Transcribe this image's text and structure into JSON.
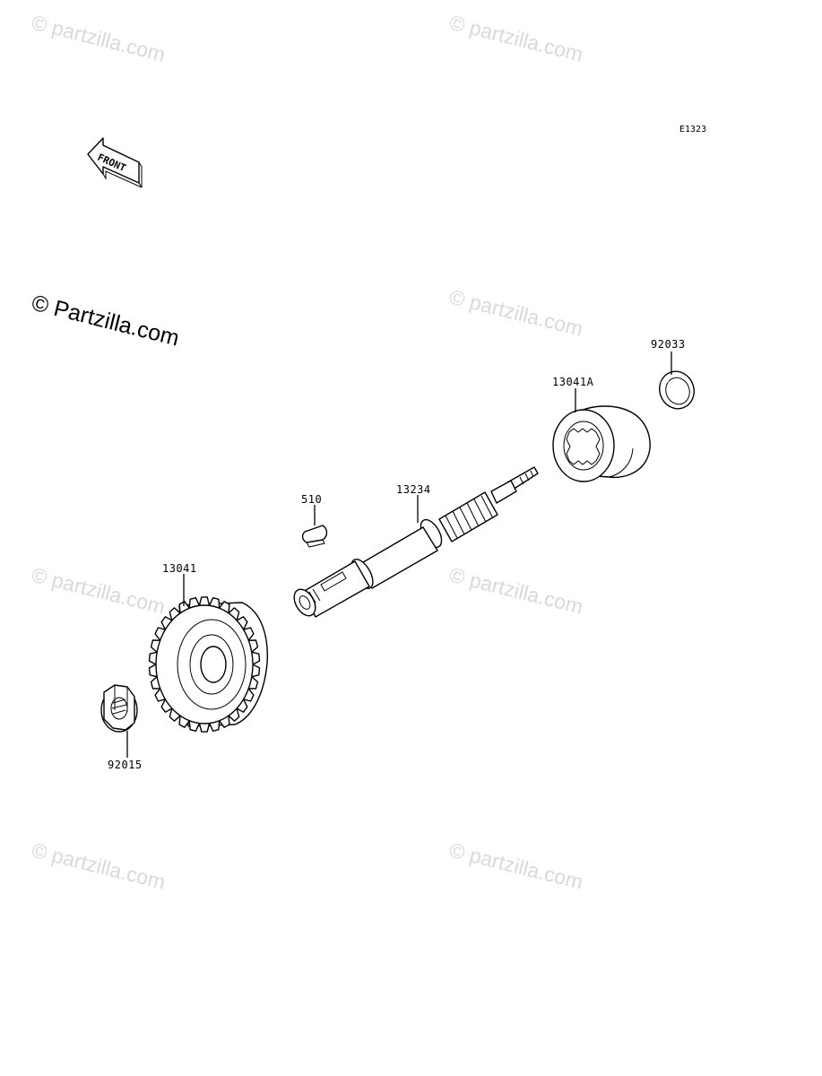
{
  "diagram_code": "E1323",
  "front_label": "FRONT",
  "watermark_main": "© Partzilla.com",
  "watermark_repeat": "© partzilla.com",
  "parts": {
    "snap_ring": "92033",
    "gear_a": "13041A",
    "key": "510",
    "shaft": "13234",
    "gear": "13041",
    "nut": "92015"
  }
}
